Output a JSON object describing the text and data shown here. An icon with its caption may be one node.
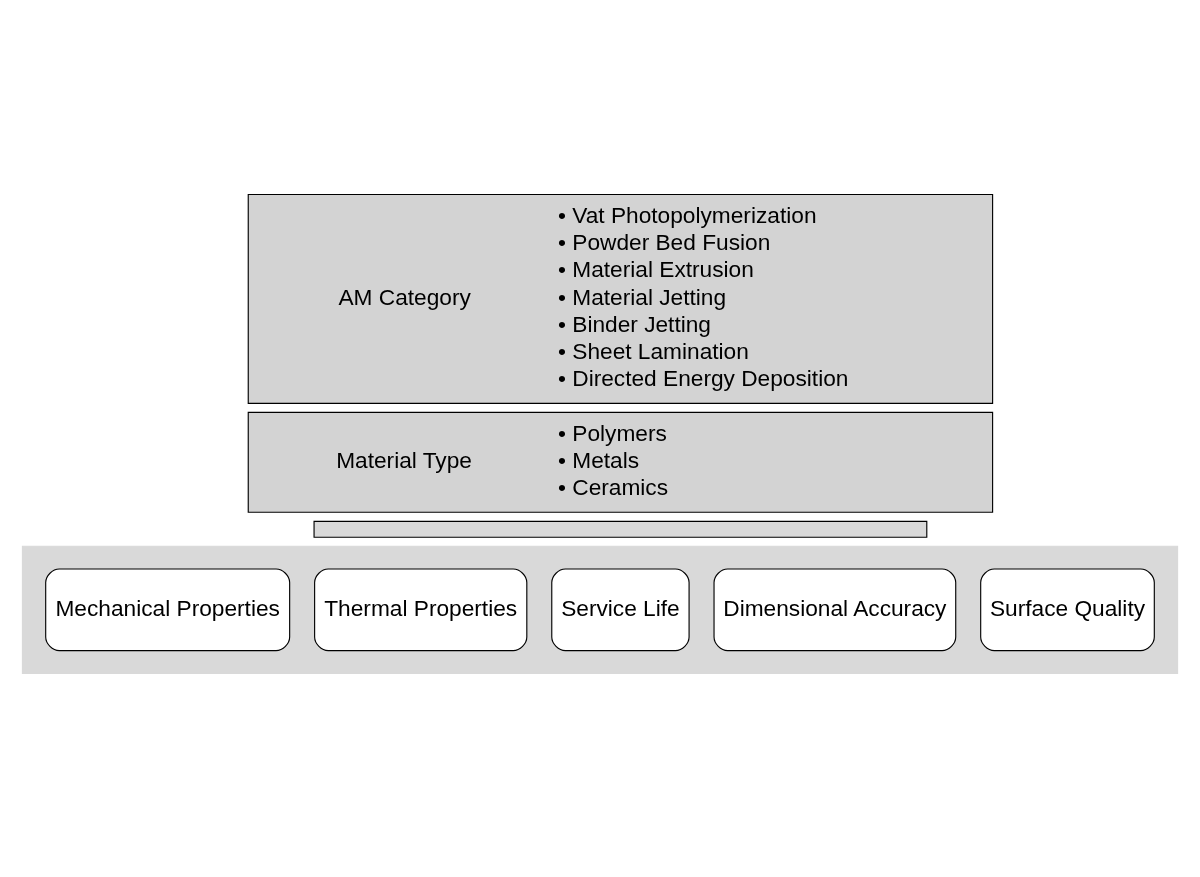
{
  "diagram": {
    "nodes": [
      {
        "text": [
          "AM Category",
          "• Vat Photopolymerization",
          "• Powder Bed Fusion",
          "• Material Extrusion",
          "• Material Jetting",
          "• Binder Jetting",
          "• Sheet Lamination",
          "• Directed Energy Deposition"
        ]
      },
      {
        "text": [
          "Material Type",
          "• Polymers",
          "• Metals",
          "• Ceramics"
        ]
      },
      {
        "text": [],
        "shape": "bar"
      },
      {
        "text": [],
        "shape": "arrow"
      },
      {
        "text": [
          "Mechanical Properties"
        ],
        "in": 3
      },
      {
        "text": [
          "Thermal Properties"
        ],
        "in": 3
      },
      {
        "text": [
          "Service Life"
        ],
        "in": 3
      },
      {
        "text": [
          "Dimensional Accuracy"
        ],
        "in": 3
      },
      {
        "text": [
          "Surface Quality"
        ],
        "in": 3
      }
    ],
    "edges": []
  }
}
